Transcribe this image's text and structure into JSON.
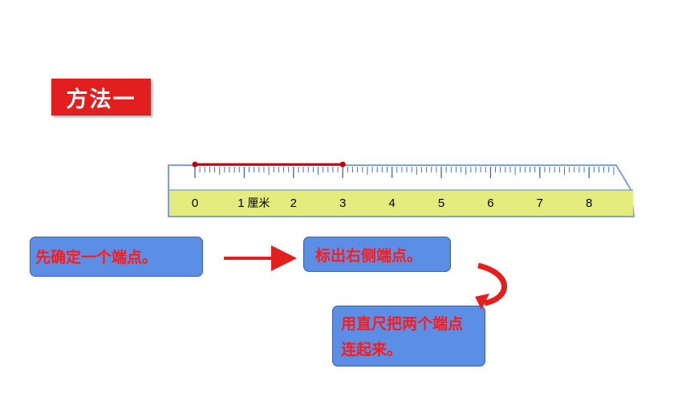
{
  "title_badge": "方法一",
  "ruler": {
    "unit_label": "厘米",
    "numbers": [
      "0",
      "1",
      "2",
      "3",
      "4",
      "5",
      "6",
      "7",
      "8"
    ],
    "segment_cm": [
      0,
      3
    ]
  },
  "steps": [
    {
      "text": "先确定一个端点。"
    },
    {
      "text": "标出右侧端点。"
    },
    {
      "text": "用直尺把两个端点连起来。"
    }
  ],
  "colors": {
    "badge": "#e31e1e",
    "ruler_body": "#e4ec7d",
    "ruler_edge": "#7fa0d6",
    "segment": "#c00000",
    "step_box": "#5b8fe6",
    "step_text": "#ff1a1a"
  }
}
